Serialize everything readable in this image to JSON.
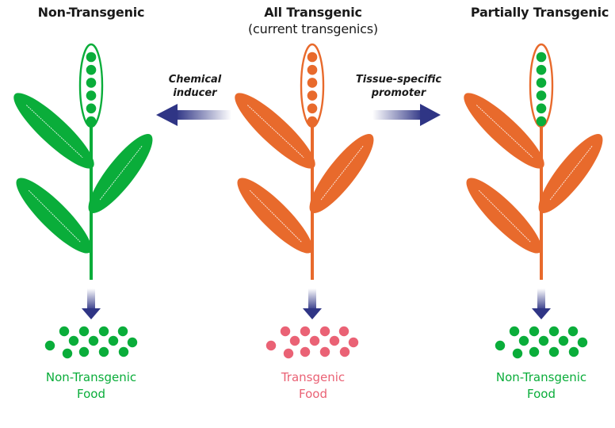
{
  "colors": {
    "non_transgenic": "#0aad3a",
    "transgenic_plant": "#e86a2c",
    "transgenic_food": "#ea6275",
    "arrow": "#2f3585",
    "text": "#1a1a1a"
  },
  "panels": [
    {
      "id": "non-transgenic",
      "title": "Non-Transgenic",
      "plant_color": "non_transgenic",
      "seed_color": "non_transgenic",
      "food_label_line1": "Non-Transgenic",
      "food_label_line2": "Food",
      "food_color": "non_transgenic"
    },
    {
      "id": "all-transgenic",
      "title": "All Transgenic",
      "subtitle": "(current transgenics)",
      "plant_color": "transgenic_plant",
      "seed_color": "transgenic_plant",
      "food_label_line1": "Transgenic",
      "food_label_line2": "Food",
      "food_color": "transgenic_food"
    },
    {
      "id": "partially-transgenic",
      "title": "Partially Transgenic",
      "plant_color": "transgenic_plant",
      "seed_color": "non_transgenic",
      "food_label_line1": "Non-Transgenic",
      "food_label_line2": "Food",
      "food_color": "non_transgenic"
    }
  ],
  "arrows": {
    "left": {
      "line1": "Chemical",
      "line2": "inducer",
      "direction": "left"
    },
    "right": {
      "line1": "Tissue-specific",
      "line2": "promoter",
      "direction": "right"
    }
  }
}
